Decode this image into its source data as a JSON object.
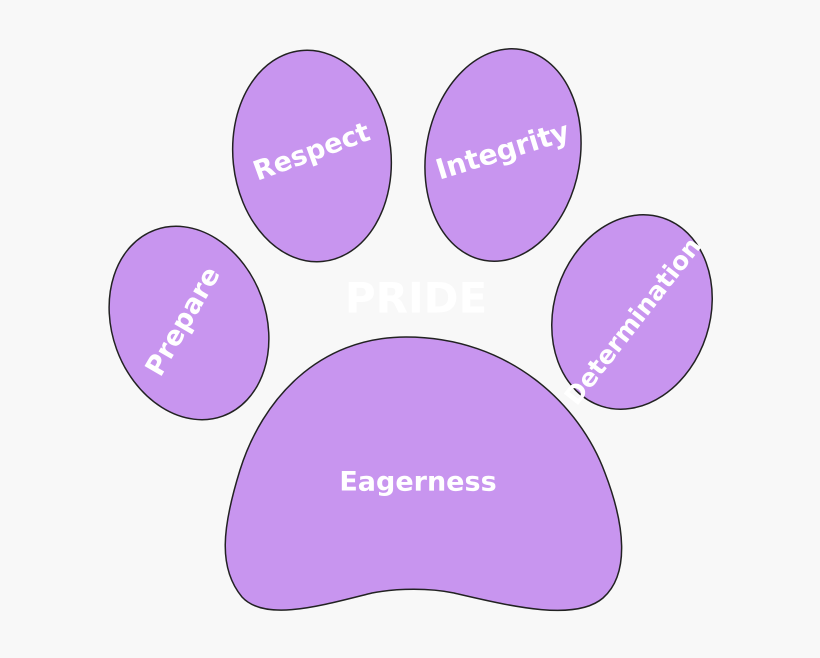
{
  "title": "PRIDE",
  "toes": {
    "respect": "Respect",
    "integrity": "Integrity",
    "prepare": "Prepare",
    "determination": "Determination"
  },
  "palm": "Eagerness",
  "colors": {
    "pad_fill": "#c895ef",
    "outline": "#222222",
    "text": "#ffffff",
    "background": "#f8f8f8"
  }
}
